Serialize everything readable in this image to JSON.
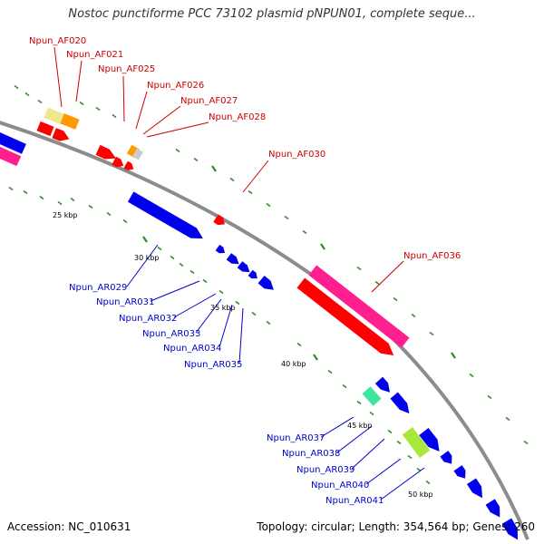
{
  "title": "Nostoc punctiforme PCC 73102 plasmid pNPUN01, complete seque...",
  "footer": {
    "accession": "Accession: NC_010631",
    "summary": "Topology: circular; Length: 354,564 bp; Genes: 260"
  },
  "colors": {
    "backbone": "#8c8c8c",
    "forward_label": "#cc0000",
    "reverse_label": "#0000cc",
    "forward_gene": "#ff0000",
    "reverse_gene": "#0000ee",
    "tick": "#2e8b22",
    "magenta": "#ff1f8e",
    "orange": "#ff9900",
    "pale_yellow": "#f0e68c",
    "grey_gene": "#cccccc",
    "aqua": "#3de5a0",
    "yellow_green": "#a8e83c"
  },
  "scale_labels": [
    "25 kbp",
    "30 kbp",
    "35 kbp",
    "40 kbp",
    "45 kbp",
    "50 kbp"
  ],
  "forward_labels": [
    "Npun_AF020",
    "Npun_AF021",
    "Npun_AF025",
    "Npun_AF026",
    "Npun_AF027",
    "Npun_AF028",
    "Npun_AF030",
    "Npun_AF036"
  ],
  "reverse_labels": [
    "Npun_AR029",
    "Npun_AR031",
    "Npun_AR032",
    "Npun_AR033",
    "Npun_AR034",
    "Npun_AR035",
    "Npun_AR037",
    "Npun_AR038",
    "Npun_AR039",
    "Npun_AR040",
    "Npun_AR041"
  ]
}
